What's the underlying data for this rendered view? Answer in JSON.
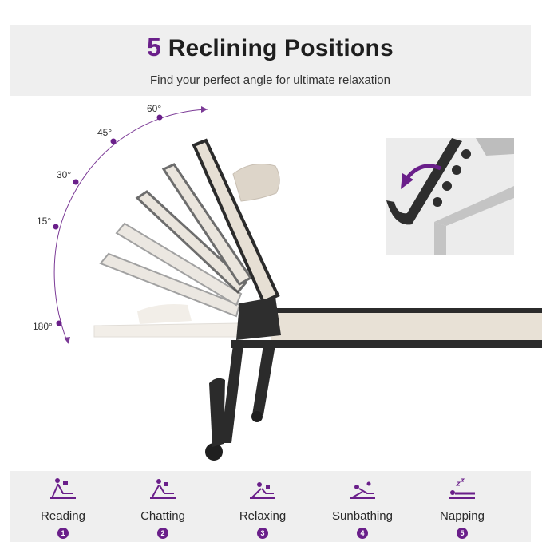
{
  "header": {
    "title_number": "5",
    "title_text": "Reclining Positions",
    "subtitle": "Find your perfect angle for ultimate relaxation"
  },
  "angles": [
    "60°",
    "45°",
    "30°",
    "15°",
    "180°"
  ],
  "colors": {
    "accent": "#6a1f8a",
    "frame": "#2b2b2b",
    "fabric": "#e8e1d6",
    "panel": "#efefef"
  },
  "positions": [
    {
      "label": "Reading",
      "number": "1",
      "icon": "reading-icon"
    },
    {
      "label": "Chatting",
      "number": "2",
      "icon": "chatting-icon"
    },
    {
      "label": "Relaxing",
      "number": "3",
      "icon": "relaxing-icon"
    },
    {
      "label": "Sunbathing",
      "number": "4",
      "icon": "sunbathing-icon"
    },
    {
      "label": "Napping",
      "number": "5",
      "icon": "napping-icon"
    }
  ]
}
